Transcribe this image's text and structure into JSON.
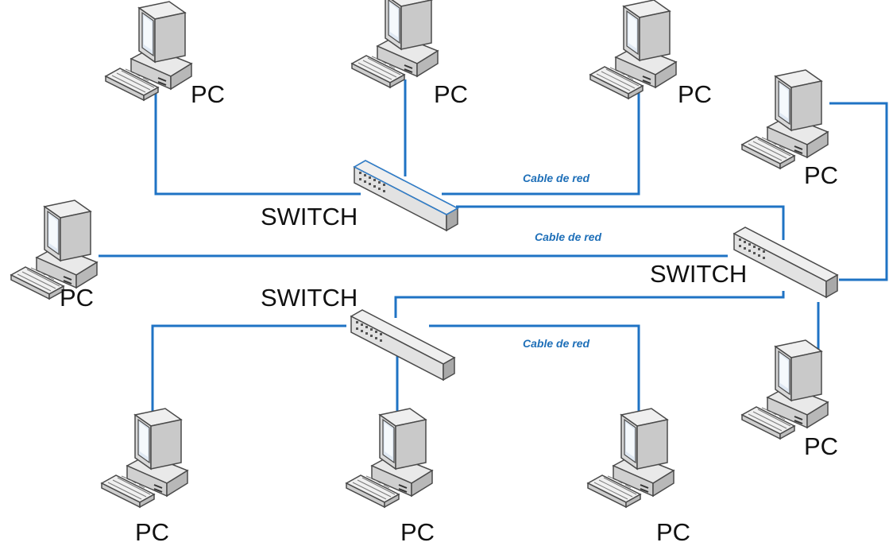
{
  "diagram": {
    "colors": {
      "cable": "#1f73c4",
      "cable_label": "#1e6fb8",
      "device_outline": "#4a4a4a",
      "screen": "#dfe8f2"
    },
    "nodes": [
      {
        "id": "pc1",
        "type": "pc",
        "label": "PC"
      },
      {
        "id": "pc2",
        "type": "pc",
        "label": "PC"
      },
      {
        "id": "pc3",
        "type": "pc",
        "label": "PC"
      },
      {
        "id": "pc4",
        "type": "pc",
        "label": "PC"
      },
      {
        "id": "pc5",
        "type": "pc",
        "label": "PC"
      },
      {
        "id": "pc6",
        "type": "pc",
        "label": "PC"
      },
      {
        "id": "pc7",
        "type": "pc",
        "label": "PC"
      },
      {
        "id": "pc8",
        "type": "pc",
        "label": "PC"
      },
      {
        "id": "pc9",
        "type": "pc",
        "label": "PC"
      },
      {
        "id": "sw1",
        "type": "switch",
        "label": "SWITCH"
      },
      {
        "id": "sw2",
        "type": "switch",
        "label": "SWITCH"
      },
      {
        "id": "sw3",
        "type": "switch",
        "label": "SWITCH"
      }
    ],
    "cable_labels": [
      "Cable de red",
      "Cable de red",
      "Cable de red"
    ],
    "edges": [
      {
        "from": "pc1",
        "to": "sw1"
      },
      {
        "from": "pc2",
        "to": "sw1"
      },
      {
        "from": "pc3",
        "to": "sw1"
      },
      {
        "from": "sw1",
        "to": "sw2"
      },
      {
        "from": "pc4",
        "to": "sw2"
      },
      {
        "from": "pc5",
        "to": "sw2"
      },
      {
        "from": "pc6",
        "to": "sw2"
      },
      {
        "from": "sw3",
        "to": "sw2"
      },
      {
        "from": "pc7",
        "to": "sw3"
      },
      {
        "from": "pc8",
        "to": "sw3"
      },
      {
        "from": "pc9",
        "to": "sw3"
      }
    ]
  }
}
